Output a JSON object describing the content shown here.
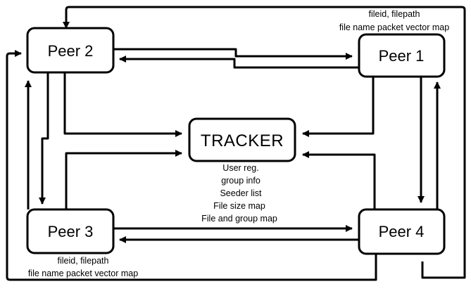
{
  "nodes": {
    "peer1": {
      "label": "Peer 1"
    },
    "peer2": {
      "label": "Peer 2"
    },
    "peer3": {
      "label": "Peer 3"
    },
    "peer4": {
      "label": "Peer 4"
    },
    "tracker": {
      "label": "TRACKER"
    }
  },
  "annotations": {
    "peer1_note": [
      "fileid, filepath",
      "file name packet vector map"
    ],
    "peer3_note": [
      "fileid, filepath",
      "file name packet vector map"
    ],
    "tracker_note": [
      "User reg.",
      "group info",
      "Seeder list",
      "File size map",
      "File and group map"
    ]
  },
  "colors": {
    "stroke": "#000000",
    "fill": "#ffffff"
  }
}
